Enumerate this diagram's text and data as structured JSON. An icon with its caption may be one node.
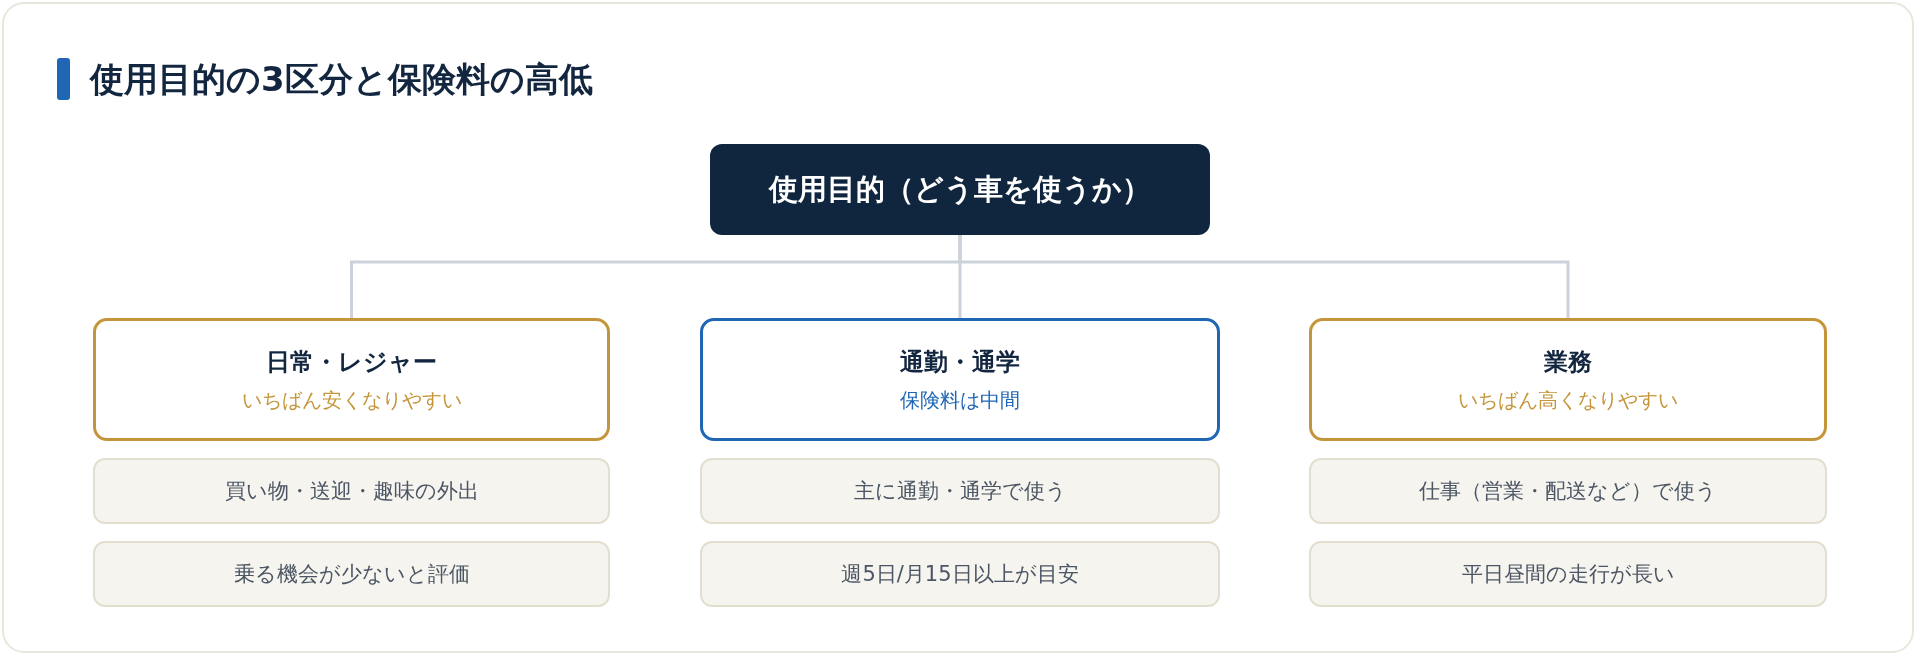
{
  "diagram": {
    "title": "使用目的の3区分と保険料の高低",
    "nodes": [
      {
        "text": [
          "使用目的（どう車を使うか）"
        ]
      },
      {
        "text": [
          "日常・レジャー",
          "いちばん安くなりやすい"
        ]
      },
      {
        "text": [
          "通勤・通学",
          "保険料は中間"
        ]
      },
      {
        "text": [
          "業務",
          "いちばん高くなりやすい"
        ]
      },
      {
        "text": [
          "買い物・送迎・趣味の外出"
        ]
      },
      {
        "text": [
          "主に通勤・通学で使う"
        ]
      },
      {
        "text": [
          "仕事（営業・配送など）で使う"
        ]
      },
      {
        "text": [
          "乗る機会が少ないと評価"
        ]
      },
      {
        "text": [
          "週5日/月15日以上が目安"
        ]
      },
      {
        "text": [
          "平日昼間の走行が長い"
        ]
      }
    ],
    "edges": [
      {
        "from": 0,
        "to": 1,
        "arrow": "none"
      },
      {
        "from": 0,
        "to": 2,
        "arrow": "none"
      },
      {
        "from": 0,
        "to": 3,
        "arrow": "none"
      }
    ]
  }
}
